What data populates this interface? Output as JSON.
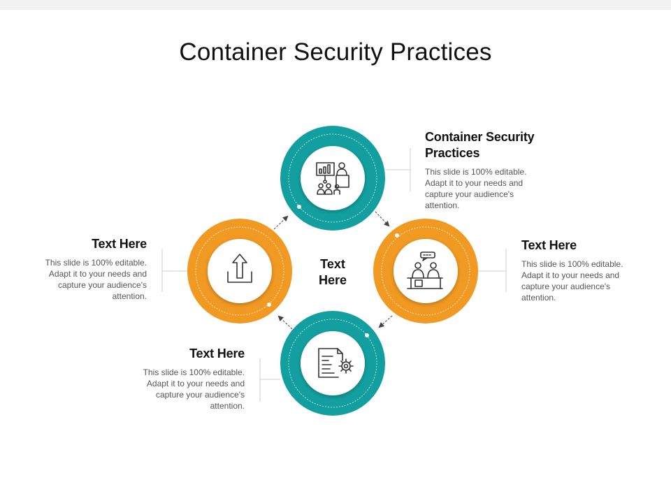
{
  "title": "Container Security Practices",
  "center_label": "Text Here",
  "colors": {
    "teal": "#139fa0",
    "orange": "#f19a23",
    "connector": "#cfcfcf",
    "arrow": "#444444",
    "icon_stroke": "#333333"
  },
  "items": [
    {
      "id": "top",
      "heading": "Container Security Practices",
      "body": "This slide is 100% editable. Adapt it to your needs and capture your audience's attention.",
      "icon": "presentation-audience-icon",
      "color": "teal"
    },
    {
      "id": "right",
      "heading": "Text Here",
      "body": "This slide is 100% editable. Adapt it to your needs and capture your audience's attention.",
      "icon": "meeting-desk-icon",
      "color": "orange"
    },
    {
      "id": "bottom",
      "heading": "Text Here",
      "body": "This slide is 100% editable. Adapt it to your needs and capture your audience's attention.",
      "icon": "document-gear-icon",
      "color": "teal"
    },
    {
      "id": "left",
      "heading": "Text Here",
      "body": "This slide is 100% editable. Adapt it to your needs and capture your audience's attention.",
      "icon": "upload-icon",
      "color": "orange"
    }
  ]
}
